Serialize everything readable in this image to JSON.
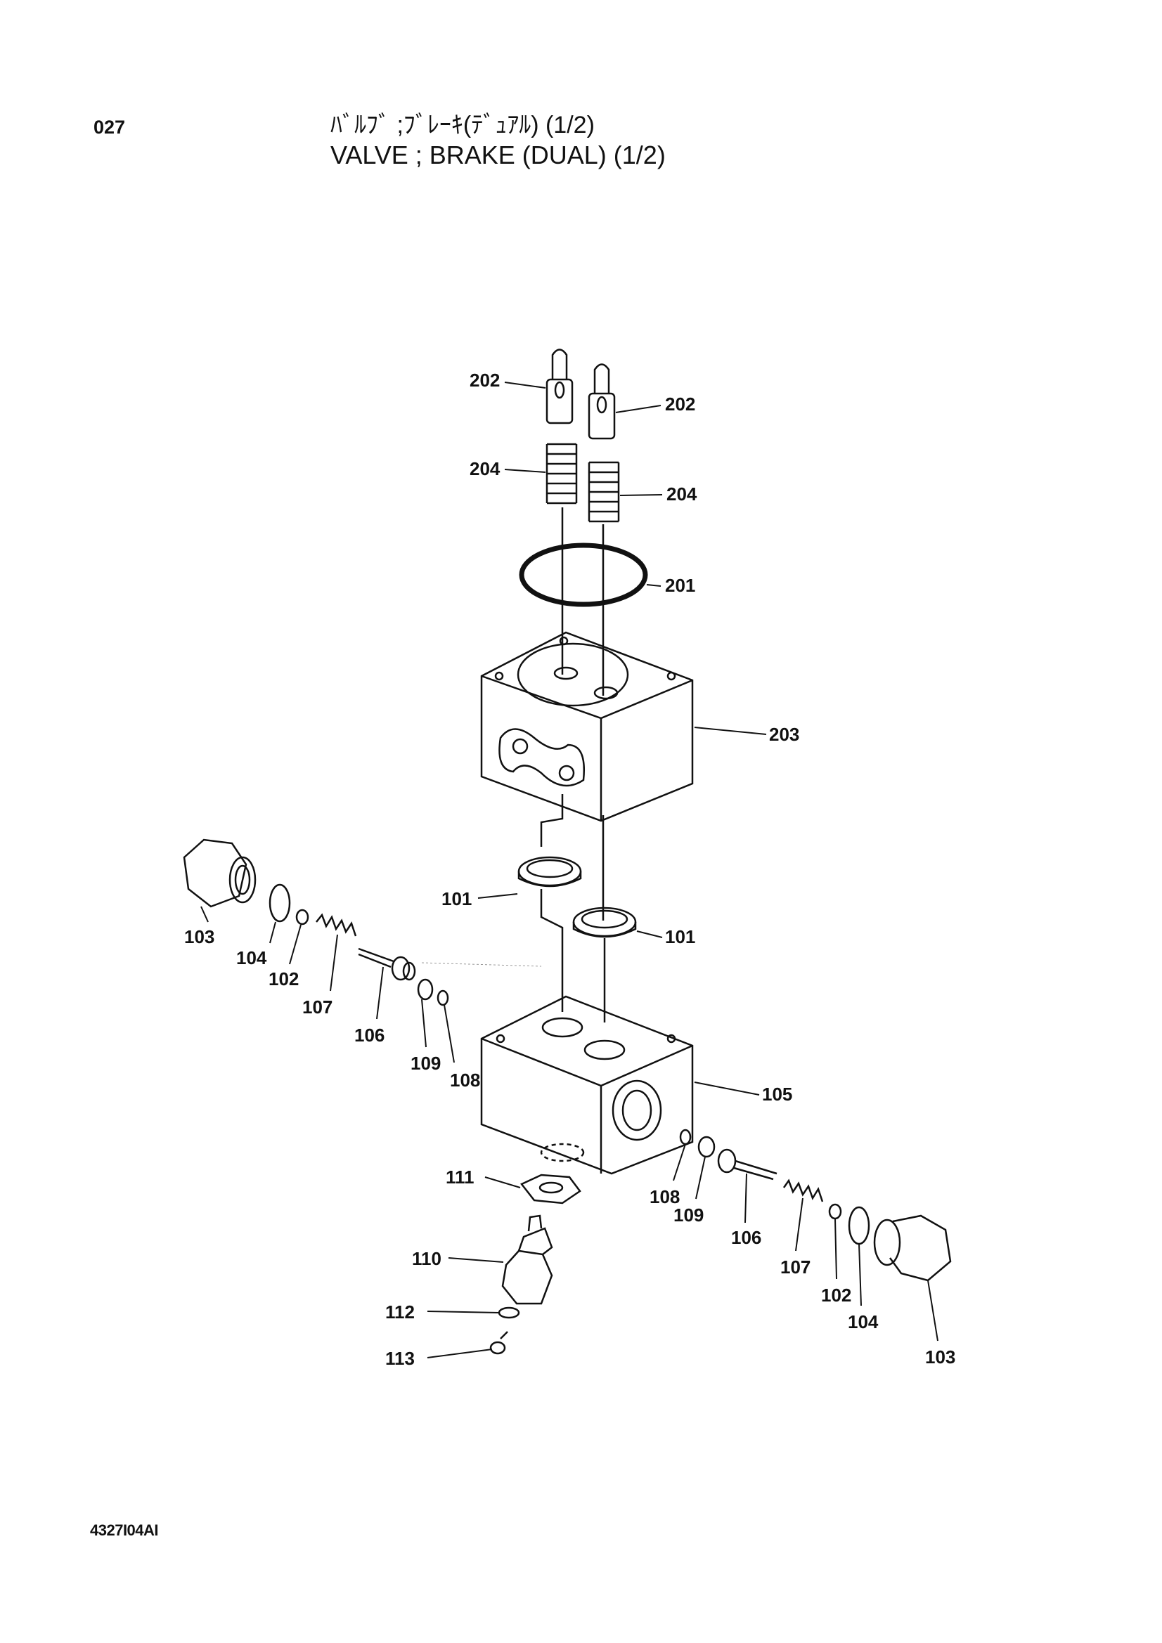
{
  "page": {
    "number": "027",
    "title_jp": "ﾊﾞﾙﾌﾞ ;ﾌﾞﾚｰｷ(ﾃﾞｭｱﾙ) (1/2)",
    "title_en": "VALVE ; BRAKE (DUAL) (1/2)",
    "drawing_code": "4327I04AI"
  },
  "parts": {
    "p202a": "202",
    "p202b": "202",
    "p204a": "204",
    "p204b": "204",
    "p201": "201",
    "p203": "203",
    "p101a": "101",
    "p101b": "101",
    "p103a": "103",
    "p104a": "104",
    "p102a": "102",
    "p107a": "107",
    "p106a": "106",
    "p109a": "109",
    "p108a": "108",
    "p105": "105",
    "p111": "111",
    "p108b": "108",
    "p109b": "109",
    "p106b": "106",
    "p107b": "107",
    "p102b": "102",
    "p104b": "104",
    "p103b": "103",
    "p110": "110",
    "p112": "112",
    "p113": "113"
  }
}
